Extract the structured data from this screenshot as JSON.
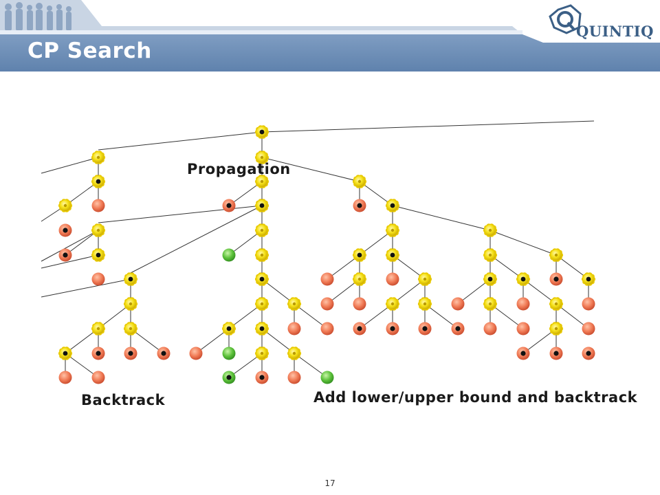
{
  "header": {
    "title": "CP Search",
    "logo_text": "QUINTIQ",
    "colors": {
      "band": "#6b8bb3",
      "band_dark": "#4e6e97",
      "logo": "#3b5f86"
    }
  },
  "labels": {
    "propagation": "Propagation",
    "backtrack": "Backtrack",
    "bound": "Add lower/upper bound and backtrack"
  },
  "legend_colors": {
    "open_node": "#f4e01c",
    "failed_node": "#f07a55",
    "solution_node": "#5cc13a",
    "link": "#333333"
  },
  "footer": {
    "page_number": "17"
  }
}
